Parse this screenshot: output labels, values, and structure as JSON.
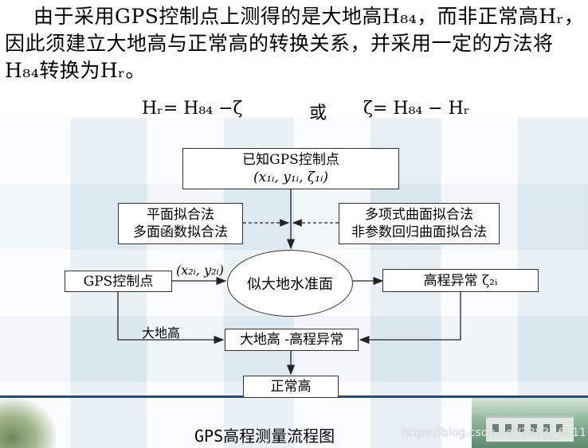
{
  "paragraph": "由于采用GPS控制点上测得的是大地高H₈₄，而非正常高Hᵣ，因此须建立大地高与正常高的转换关系，并采用一定的方法将H₈₄转换为Hᵣ。",
  "formula_left": "Hᵣ= H₈₄ −ζ",
  "formula_or": "或",
  "formula_right": "ζ= H₈₄ − Hᵣ",
  "flowchart": {
    "known_points": {
      "line1": "已知GPS控制点",
      "line2": "(x₁ᵢ, y₁ᵢ, ζ₁ᵢ)"
    },
    "left_methods": {
      "line1": "平面拟合法",
      "line2": "多面函数拟合法"
    },
    "right_methods": {
      "line1": "多项式曲面拟合法",
      "line2": "非参数回归曲面拟合法"
    },
    "gps_points": "GPS控制点",
    "coord_label": "(x₂ᵢ, y₂ᵢ)",
    "quasi_geoid": "似大地水准面",
    "height_anomaly": "高程异常 ζ₂ᵢ",
    "geodetic_height_label": "大地高",
    "subtraction": "大地高 -高程异常",
    "normal_height": "正常高"
  },
  "caption": "GPS高程测量流程图",
  "watermark": "https://blog.csdn.net/3883j_6111"
}
